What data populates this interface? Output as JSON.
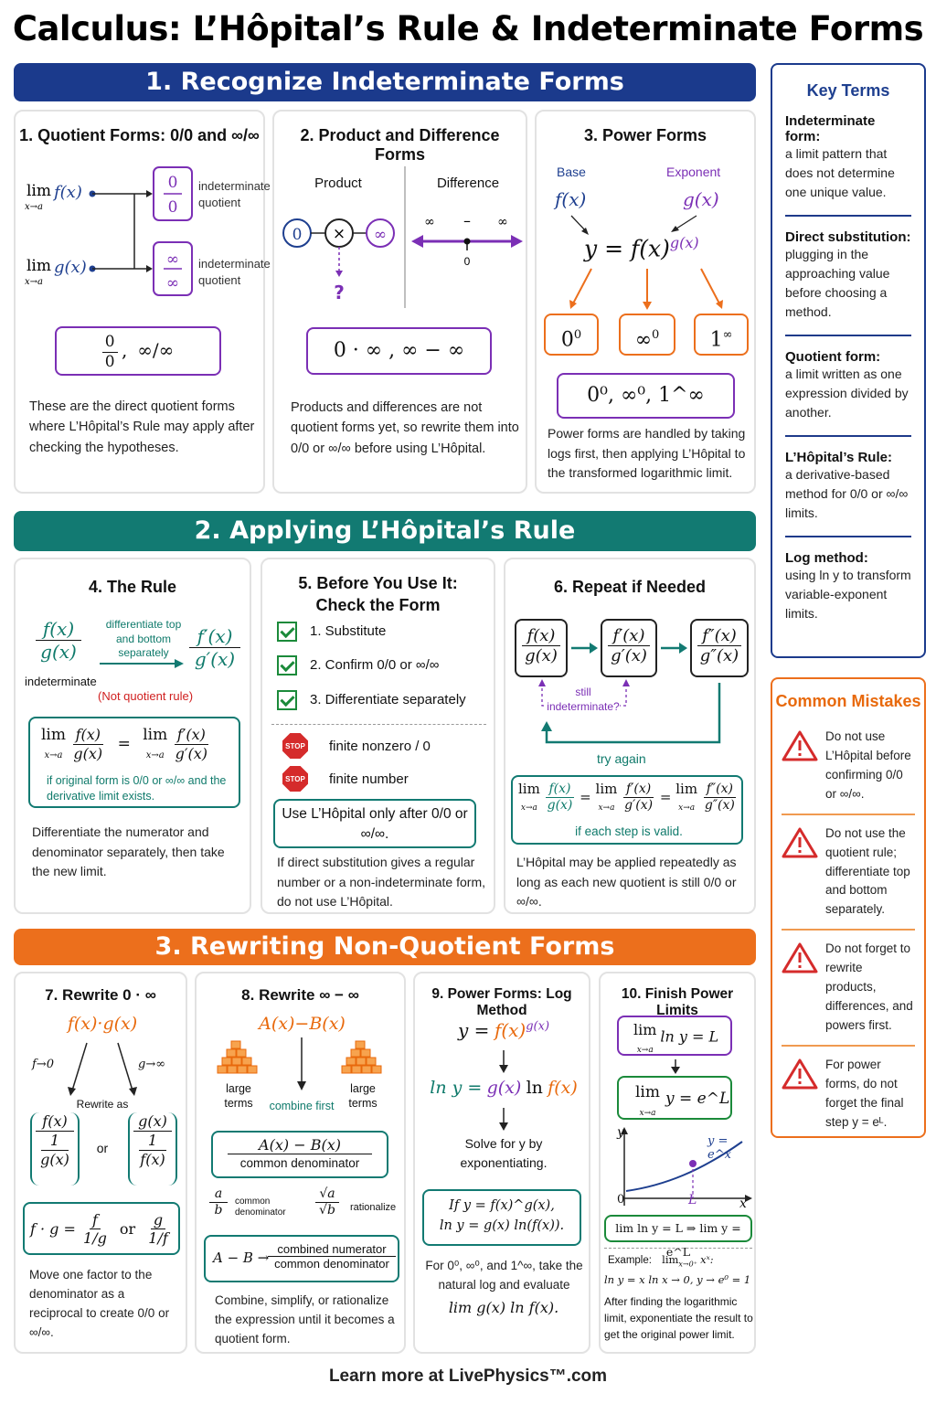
{
  "title": "Calculus: L’Hôpital’s Rule & Indeterminate Forms",
  "sections": {
    "s1": "1.  Recognize Indeterminate Forms",
    "s2": "2.  Applying L’Hôpital’s Rule",
    "s3": "3.  Rewriting Non-Quotient Forms"
  },
  "card1": {
    "title": "1.  Quotient Forms: 0/0 and ∞/∞",
    "lim_f": "f(x)",
    "lim_g": "g(x)",
    "lim": "lim",
    "sub": "x→a",
    "zero": "0",
    "inf": "∞",
    "label1": "indeterminate quotient",
    "label2": "indeterminate quotient",
    "summary": "∞/∞",
    "text": "These are the direct quotient forms where L’Hôpital’s Rule may apply after checking the hypotheses."
  },
  "card2": {
    "title": "2.  Product and Difference Forms",
    "product": "Product",
    "difference": "Difference",
    "zero": "0",
    "times": "×",
    "inf": "∞",
    "q": "?",
    "d_left": "∞",
    "d_minus": "–",
    "d_right": "∞",
    "d_zero": "0",
    "summary": "0 · ∞ ,  ∞ − ∞",
    "text": "Products and differences are not quotient forms yet, so rewrite them into 0/0 or ∞/∞ before using L’Hôpital."
  },
  "card3": {
    "title": "3.  Power Forms",
    "base": "Base",
    "exponent": "Exponent",
    "fx": "f(x)",
    "gx": "g(x)",
    "eq": "y = f(x)",
    "exp": "g(x)",
    "b1": "0",
    "b1e": "0",
    "b2": "∞",
    "b2e": "0",
    "b3": "1",
    "b3e": "∞",
    "summary": "0⁰,  ∞⁰,  1^∞",
    "text": "Power forms are handled by taking logs first, then applying L’Hôpital to the transformed logarithmic limit."
  },
  "card4": {
    "title": "4.  The Rule",
    "f": "f(x)",
    "g": "g(x)",
    "fp": "f′(x)",
    "gp": "g′(x)",
    "arrow_label": "differentiate top and bottom separately",
    "indeterminate": "indeterminate",
    "not_q": "(Not quotient rule)",
    "cond": "if original form is 0/0 or ∞/∞ and the derivative limit exists.",
    "text": "Differentiate the numerator and denominator separately, then take the new limit."
  },
  "card5": {
    "title": "5.  Before You Use It: Check the Form",
    "c1": "1.  Substitute",
    "c2": "2.  Confirm 0/0 or ∞/∞",
    "c3": "3.  Differentiate separately",
    "stop": "STOP",
    "s1": "finite nonzero / 0",
    "s2": "finite number",
    "box": "Use L’Hôpital only after 0/0 or ∞/∞.",
    "text": "If direct substitution gives a regular number or a non-indeterminate form, do not use L’Hôpital."
  },
  "card6": {
    "title": "6.  Repeat if Needed",
    "fpp": "f″(x)",
    "gpp": "g″(x)",
    "still": "still indeterminate?",
    "try": "try again",
    "cond": "if each step is valid.",
    "text": "L’Hôpital may be applied repeatedly as long as each new quotient is still 0/0 or ∞/∞."
  },
  "card7": {
    "title": "7.  Rewrite 0 · ∞",
    "prod": "f(x)·g(x)",
    "f0": "f→0",
    "ginf": "g→∞",
    "rewrite": "Rewrite as",
    "one": "1",
    "or": "or",
    "fg": "f · g =",
    "f1": "f",
    "g1": "1/g",
    "g2": "g",
    "f2": "1/f",
    "text": "Move one factor to the denominator as a reciprocal to create 0/0 or ∞/∞."
  },
  "card8": {
    "title": "8.  Rewrite ∞ − ∞",
    "expr": "A(x)−B(x)",
    "large": "large terms",
    "combine": "combine first",
    "num": "A(x) − B(x)",
    "den": "common denominator",
    "a": "a",
    "b": "b",
    "cd": "common denominator",
    "sa": "√a",
    "sb": "√b",
    "rat": "rationalize",
    "ab": "A − B →",
    "cn": "combined numerator",
    "cd2": "common denominator",
    "text": "Combine, simplify, or rationalize the expression until it becomes a quotient form."
  },
  "card9": {
    "title": "9.  Power Forms: Log Method",
    "l1a": "y =",
    "l1b": "f(x)",
    "l1c": "g(x)",
    "l2a": "ln y =",
    "l2b": "g(x)",
    "l2c": "ln",
    "l2d": "f(x)",
    "solve": "Solve for y by exponentiating.",
    "box1": "If  y = f(x)^g(x),",
    "box2": "ln y = g(x) ln(f(x)).",
    "text": "For 0⁰, ∞⁰, and 1^∞, take the natural log and evaluate",
    "lim_expr": "lim g(x) ln f(x)."
  },
  "card10": {
    "title": "10.  Finish Power Limits",
    "b1": "ln y = L",
    "b2": "y = e^L",
    "ylabel": "y",
    "xlabel": "x",
    "curve": "y = e^x",
    "zero": "0",
    "L": "L",
    "impl": "lim ln y = L ⇒ lim y = e^L",
    "example": "Example:",
    "ex_lim": "lim",
    "ex_sub": "x→0⁺",
    "ex_expr": "xˣ:",
    "ex_line": "ln y = x ln x → 0,   y → e⁰ = 1",
    "text": "After finding the logarithmic limit, exponentiate the result to get the original power limit."
  },
  "key_terms": {
    "title": "Key Terms",
    "items": [
      {
        "h": "Indeterminate form:",
        "b": "a limit pattern that does not determine one unique value."
      },
      {
        "h": "Direct substitution:",
        "b": "plugging in the approaching value before choosing a method."
      },
      {
        "h": "Quotient form:",
        "b": "a limit written as one expression divided by another."
      },
      {
        "h": "L’Hôpital’s Rule:",
        "b": "a derivative-based method for 0/0 or ∞/∞ limits."
      },
      {
        "h": "Log method:",
        "b": "using ln y to transform variable-exponent limits."
      }
    ]
  },
  "mistakes": {
    "title": "Common Mistakes",
    "items": [
      "Do not use L’Hôpital before confirming 0/0 or ∞/∞.",
      "Do not use the quotient rule; differentiate top and bottom separately.",
      "Do not forget to rewrite products, differences, and powers first.",
      "For power forms, do not forget the final step y = eᴸ."
    ]
  },
  "footer": "Learn more at LivePhysics™.com",
  "colors": {
    "navy": "#1b3a8c",
    "teal": "#127a72",
    "orange": "#ec6f1c",
    "purple": "#7b2fb5"
  }
}
